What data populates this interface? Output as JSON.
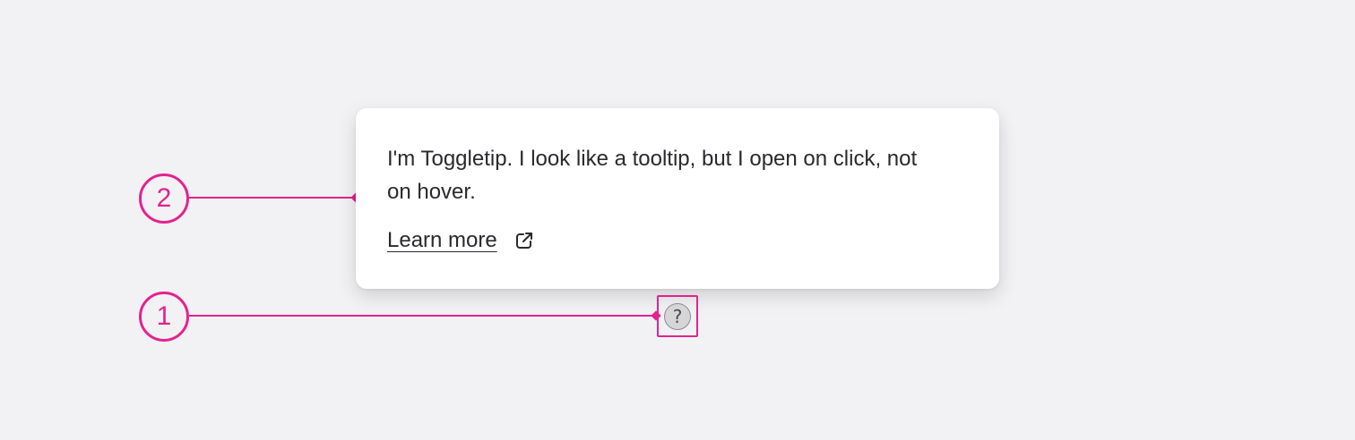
{
  "annotations": {
    "callout_1": "1",
    "callout_2": "2",
    "color": "#e3238f"
  },
  "toggletip": {
    "body": "I'm Toggletip. I look like a tooltip, but I open on click, not on hover.",
    "link_label": "Learn more",
    "link_icon": "external-link-icon"
  },
  "trigger": {
    "icon": "question-mark-icon",
    "glyph": "?"
  }
}
